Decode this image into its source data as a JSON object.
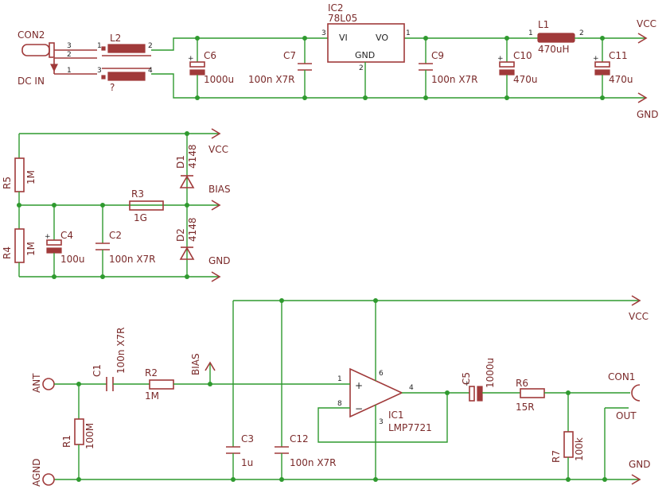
{
  "nets": {
    "vcc": "VCC",
    "gnd": "GND",
    "bias": "BIAS",
    "dc_in": "DC IN",
    "ant": "ANT",
    "agnd": "AGND",
    "out": "OUT"
  },
  "power": {
    "con2": "CON2",
    "l2": "L2",
    "l2_value": "?",
    "c6": "C6",
    "c6_value": "1000u",
    "c7": "C7",
    "c7_value": "100n X7R",
    "ic2": "IC2",
    "ic2_value": "78L05",
    "ic2_vi": "VI",
    "ic2_vo": "VO",
    "ic2_gnd": "GND",
    "c9": "C9",
    "c9_value": "100n X7R",
    "c10": "C10",
    "c10_value": "470u",
    "l1": "L1",
    "l1_value": "470uH",
    "c11": "C11",
    "c11_value": "470u"
  },
  "biasnet": {
    "r5": "R5",
    "r5_value": "1M",
    "r4": "R4",
    "r4_value": "1M",
    "c4": "C4",
    "c4_value": "100u",
    "c2": "C2",
    "c2_value": "100n X7R",
    "r3": "R3",
    "r3_value": "1G",
    "d1": "D1",
    "d1_value": "4148",
    "d2": "D2",
    "d2_value": "4148"
  },
  "amp": {
    "c1": "C1",
    "c1_value": "100n X7R",
    "r2": "R2",
    "r2_value": "1M",
    "r1": "R1",
    "r1_value": "100M",
    "c3": "C3",
    "c3_value": "1u",
    "c12": "C12",
    "c12_value": "100n X7R",
    "ic1": "IC1",
    "ic1_value": "LMP7721",
    "c5": "C5",
    "c5_value": "1000u",
    "r6": "R6",
    "r6_value": "15R",
    "r7": "R7",
    "r7_value": "100k",
    "con1": "CON1"
  },
  "pins": {
    "p1": "1",
    "p2": "2",
    "p3": "3",
    "p4": "4",
    "p6": "6",
    "p8": "8",
    "plus": "+",
    "minus": "−"
  }
}
